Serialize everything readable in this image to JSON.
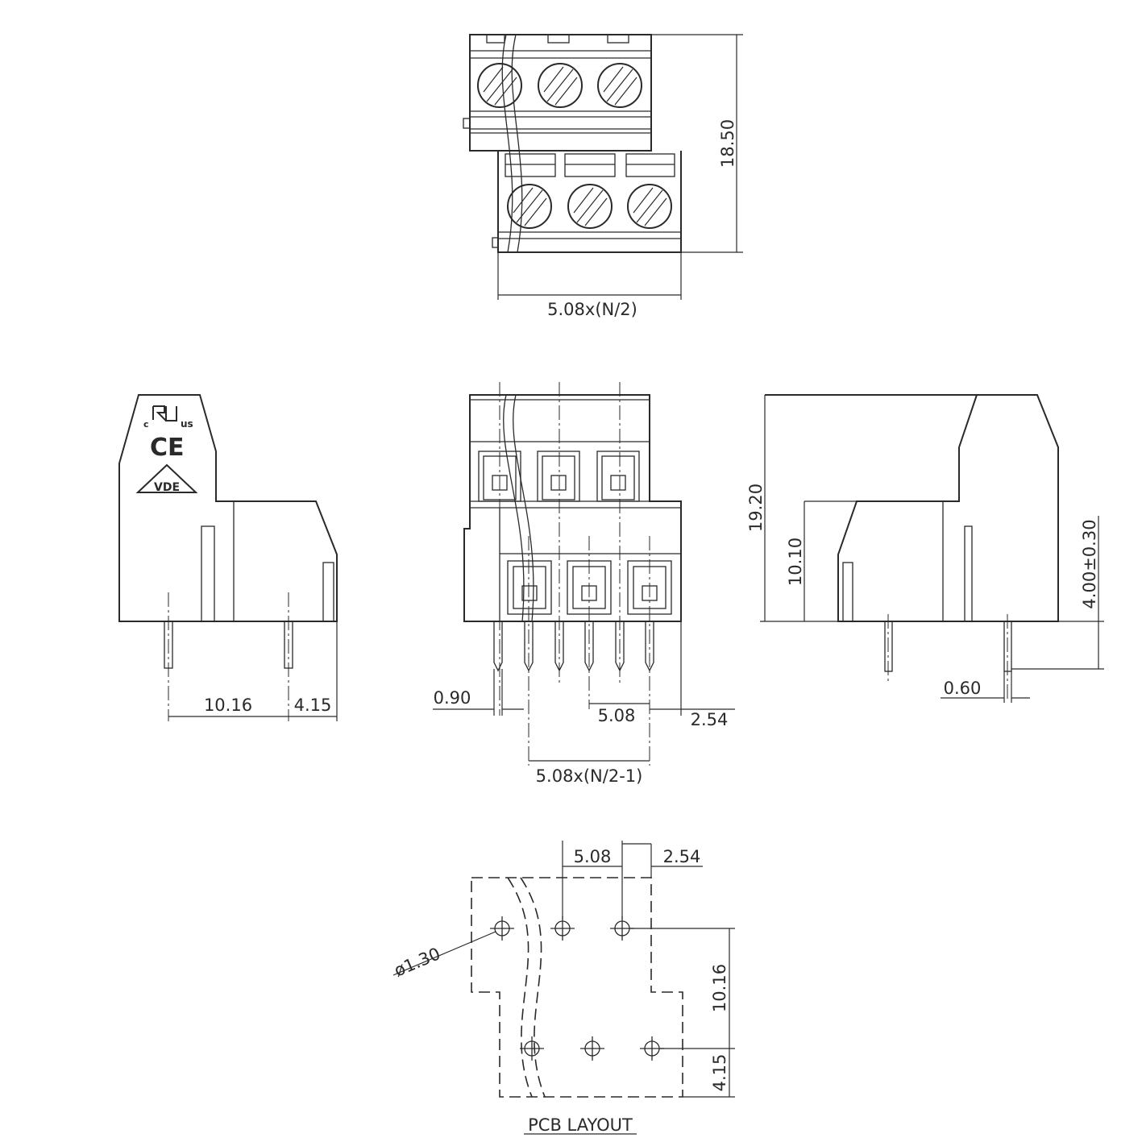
{
  "top_view": {
    "height_dim": "18.50",
    "width_dim": "5.08x(N/2)"
  },
  "side_view_left": {
    "pitch_dim": "10.16",
    "offset_dim": "4.15",
    "marks": {
      "ul_c": "c",
      "ul_us": "us",
      "ce": "CE",
      "vde": "VDE"
    }
  },
  "front_view": {
    "pin_dim": "0.90",
    "pitch_dim": "5.08",
    "edge_dim": "2.54",
    "span_dim": "5.08x(N/2-1)"
  },
  "side_view_right": {
    "total_height_dim": "19.20",
    "lower_height_dim": "10.10",
    "pin_length_dim": "4.00±0.30",
    "pin_thickness_dim": "0.60"
  },
  "pcb_layout": {
    "pitch_dim": "5.08",
    "edge_dim": "2.54",
    "hole_dim": "ø1.30",
    "row_pitch_dim": "10.16",
    "edge_row_dim": "4.15",
    "title": "PCB LAYOUT"
  }
}
